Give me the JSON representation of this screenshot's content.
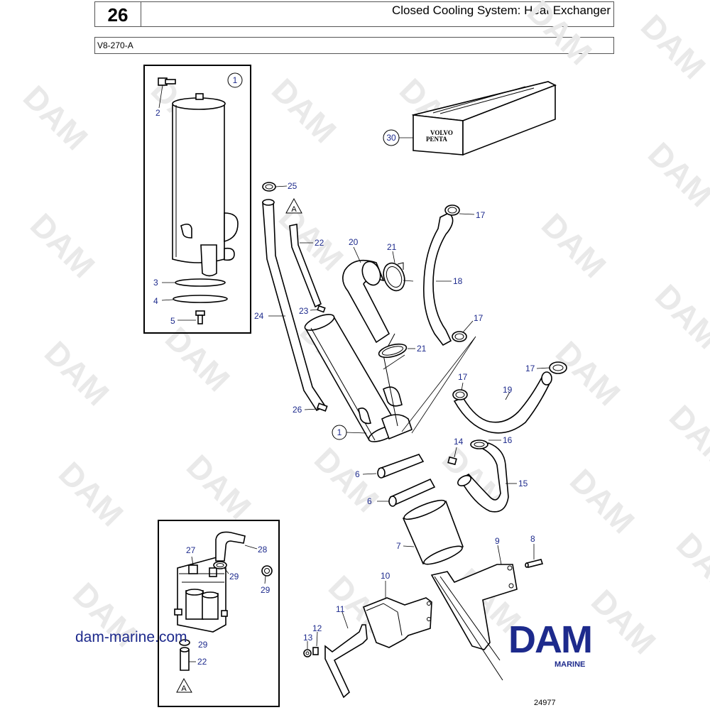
{
  "header": {
    "page_number": "26",
    "title": "Closed Cooling System: Heat Exchanger",
    "model": "V8-270-A"
  },
  "watermark": "DAM",
  "box_brand": [
    "VOLVO",
    "PENTA"
  ],
  "callouts": {
    "c1_inset": "1",
    "c1_main": "1",
    "c30": "30"
  },
  "labels": {
    "l2": "2",
    "l3": "3",
    "l4": "4",
    "l5": "5",
    "l25": "25",
    "l22a": "22",
    "l24": "24",
    "l23": "23",
    "l26": "26",
    "l20": "20",
    "l21a": "21",
    "l21b": "21",
    "l17a": "17",
    "l18": "18",
    "l17b": "17",
    "l17c": "17",
    "l17d": "17",
    "l19": "19",
    "l14": "14",
    "l16": "16",
    "l15": "15",
    "l6a": "6",
    "l6b": "6",
    "l7": "7",
    "l9": "9",
    "l8": "8",
    "l10": "10",
    "l11": "11",
    "l12": "12",
    "l13": "13",
    "l27": "27",
    "l28": "28",
    "l29a": "29",
    "l29b": "29",
    "l29c": "29",
    "l22b": "22"
  },
  "markers": {
    "a_top": "A",
    "a_bottom": "A"
  },
  "footer": {
    "website": "dam-marine.com",
    "logo": "DAM",
    "logo_sub": "MARINE",
    "ref_number": "24977"
  }
}
